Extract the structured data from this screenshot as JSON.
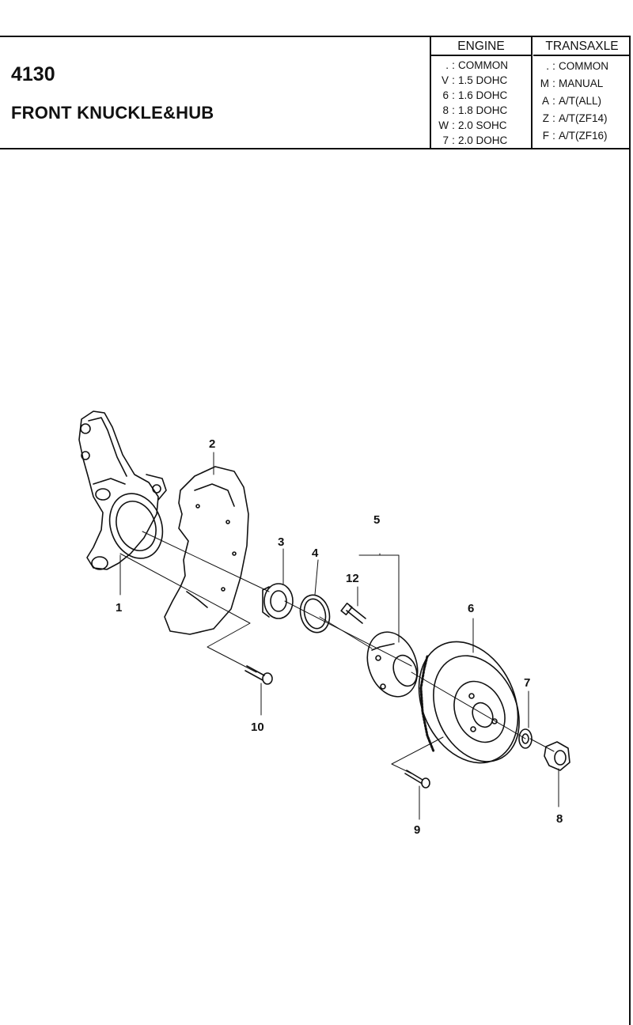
{
  "header": {
    "code": "4130",
    "title": "FRONT KNUCKLE&HUB"
  },
  "legend": {
    "engine": {
      "heading": "ENGINE",
      "rows": [
        {
          "key": ".",
          "value": "COMMON"
        },
        {
          "key": "V",
          "value": "1.5 DOHC"
        },
        {
          "key": "6",
          "value": "1.6 DOHC"
        },
        {
          "key": "8",
          "value": "1.8 DOHC"
        },
        {
          "key": "W",
          "value": "2.0 SOHC"
        },
        {
          "key": "7",
          "value": "2.0 DOHC"
        }
      ]
    },
    "transaxle": {
      "heading": "TRANSAXLE",
      "rows": [
        {
          "key": ".",
          "value": "COMMON"
        },
        {
          "key": "M",
          "value": "MANUAL"
        },
        {
          "key": "A",
          "value": "A/T(ALL)"
        },
        {
          "key": "Z",
          "value": "A/T(ZF14)"
        },
        {
          "key": "F",
          "value": "A/T(ZF16)"
        }
      ]
    }
  },
  "callouts": {
    "c1": "1",
    "c2": "2",
    "c3": "3",
    "c4": "4",
    "c5": "5",
    "c6": "6",
    "c7": "7",
    "c8": "8",
    "c9": "9",
    "c10": "10",
    "c12": "12"
  }
}
